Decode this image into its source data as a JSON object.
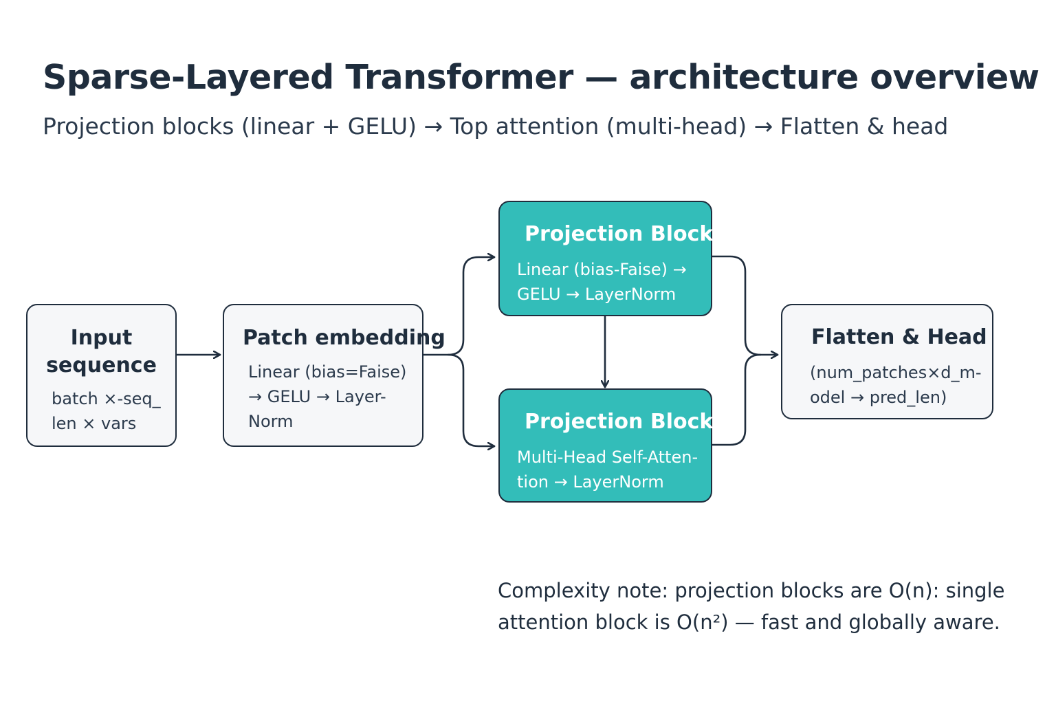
{
  "header": {
    "title": "Sparse-Layered Transformer — architecture overview",
    "subtitle": "Projection blocks (linear + GELU) → Top attention (multi-head) → Flatten & head"
  },
  "nodes": {
    "input": {
      "title": "Input sequence",
      "body": "batch ×-seq_ len × vars"
    },
    "patch": {
      "title": "Patch embedding",
      "body": "Linear (bias=Faise) → GELU → Layer- Norm"
    },
    "proj1": {
      "title": "Projection Block",
      "body": "Linear (bias-Faise) → GELU → LayerNorm"
    },
    "proj2": {
      "title": "Projection Block",
      "body": "Multi-Head Self-Atten- tion → LayerNorm"
    },
    "flatten": {
      "title": "Flatten & Head",
      "body": "(num_patches×d_m- odel → pred_len)"
    }
  },
  "note": "Complexity note: projection blocks are O(n): single attention block is O(n²) — fast and globally aware.",
  "colors": {
    "dark": "#1f2d3d",
    "teal": "#33bdb9",
    "box_fill": "#f6f7f9"
  }
}
